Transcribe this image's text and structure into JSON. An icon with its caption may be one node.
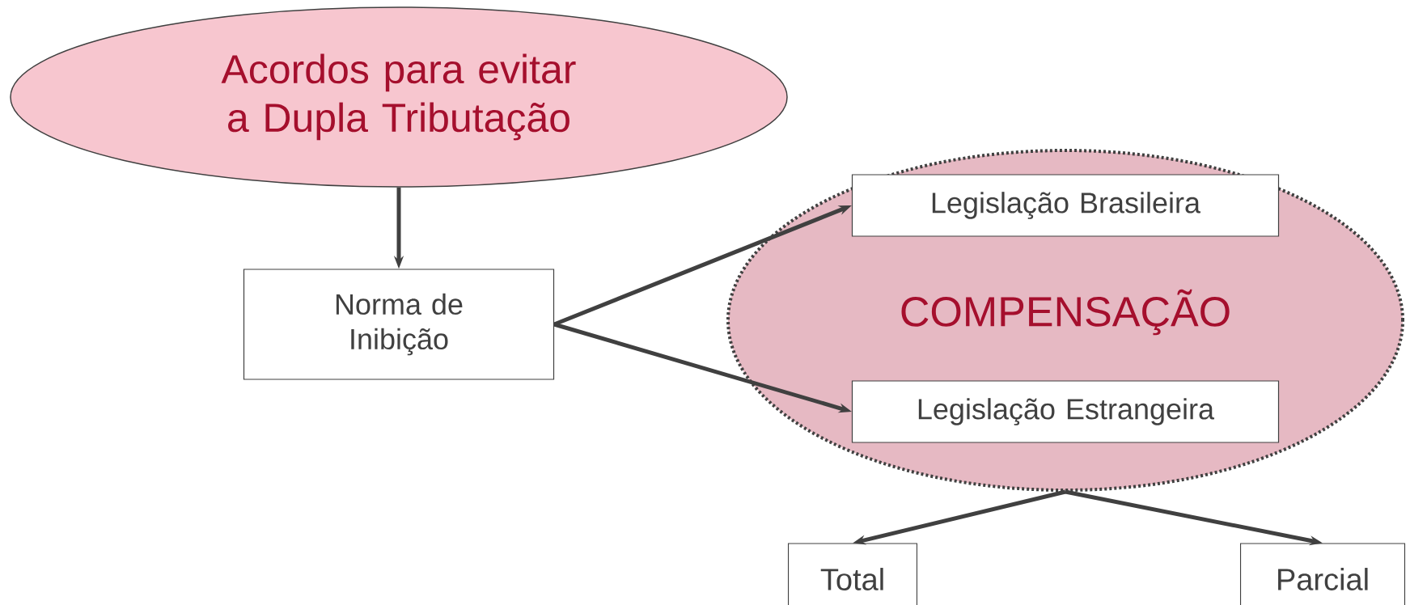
{
  "diagram": {
    "nodes": [
      {
        "text": [
          "Acordos para evitar a Dupla Tributação"
        ]
      },
      {
        "text": [
          "Norma de Inibição"
        ]
      },
      {
        "text": [
          "COMPENSAÇÃO"
        ]
      },
      {
        "text": [
          "Legislação Brasileira"
        ],
        "in": 2
      },
      {
        "text": [
          "Legislação Estrangeira"
        ],
        "in": 2
      },
      {
        "text": [
          "Total"
        ]
      },
      {
        "text": [
          "Parcial"
        ]
      }
    ],
    "edges": [
      {
        "from": 0,
        "to": 1,
        "arrow": "to"
      },
      {
        "from": 1,
        "to": 3,
        "arrow": "to"
      },
      {
        "from": 1,
        "to": 4,
        "arrow": "to"
      },
      {
        "from": 2,
        "to": 5,
        "arrow": "to"
      },
      {
        "from": 2,
        "to": 6,
        "arrow": "to"
      }
    ]
  }
}
